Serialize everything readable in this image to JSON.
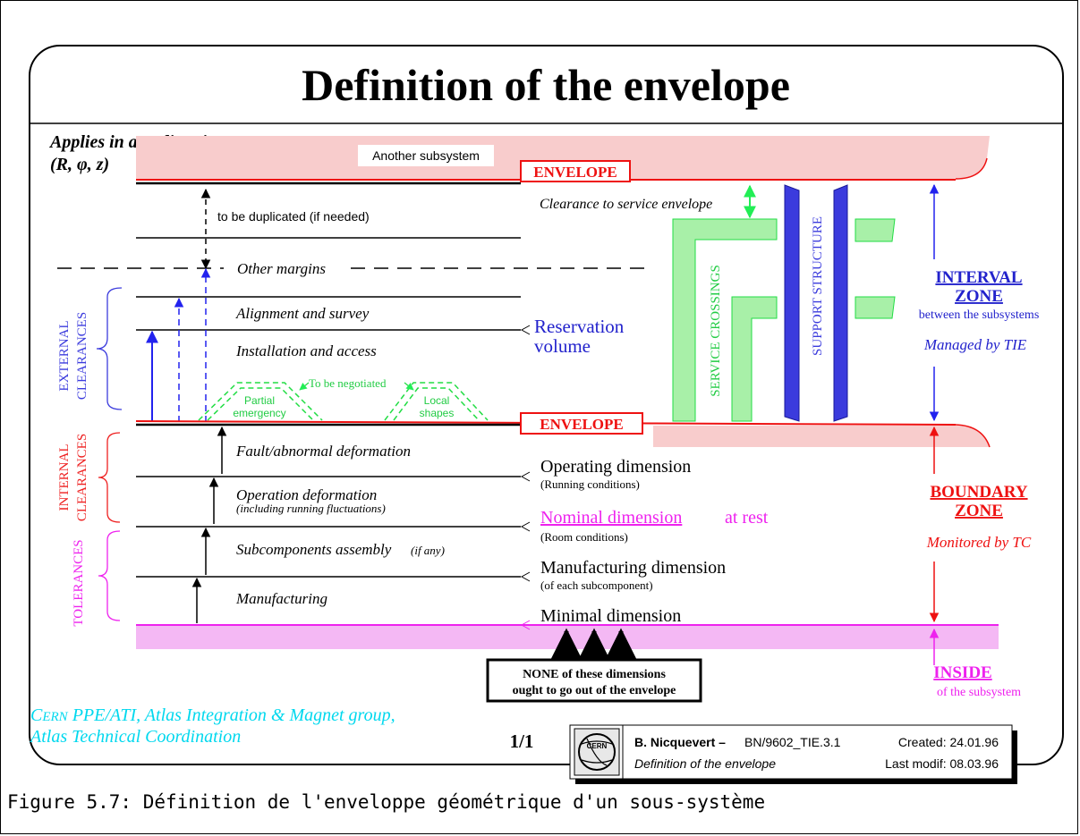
{
  "title": "Definition of the envelope",
  "applies": {
    "line1": "Applies in any direction",
    "line2": "(R, φ, z)"
  },
  "top_labels": {
    "another_subsystem": "Another subsystem",
    "duplicate": "to be duplicated (if needed)",
    "other_margins": "Other margins"
  },
  "external_clearances": {
    "label_line1": "EXTERNAL",
    "label_line2": "CLEARANCES",
    "rows": [
      "Alignment and survey",
      "Installation and access"
    ]
  },
  "reservation": {
    "line1": "Reservation",
    "line2": "volume"
  },
  "negotiated": {
    "label": "To be negotiated",
    "shape1_line1": "Partial",
    "shape1_line2": "emergency",
    "shape2_line1": "Local",
    "shape2_line2": "shapes"
  },
  "envelope_label": "ENVELOPE",
  "clearance_service": "Clearance to service envelope",
  "service_crossings": "SERVICE CROSSINGS",
  "support_structure": "SUPPORT STRUCTURE",
  "interval_zone": {
    "title_line1": "INTERVAL",
    "title_line2": "ZONE",
    "subtitle": "between the subsystems",
    "managed": "Managed by TIE"
  },
  "internal_clearances": {
    "label_line1": "INTERNAL",
    "label_line2": "CLEARANCES",
    "rows": [
      "Fault/abnormal deformation",
      "Operation deformation"
    ],
    "operation_note": "(including running fluctuations)"
  },
  "tolerances": {
    "label": "TOLERANCES",
    "subcomponents": "Subcomponents assembly",
    "subcomponents_note": "(if any)",
    "manufacturing": "Manufacturing"
  },
  "dimensions": {
    "operating": "Operating dimension",
    "operating_note": "(Running conditions)",
    "nominal": "Nominal dimension",
    "nominal_suffix": "at rest",
    "nominal_note": "(Room conditions)",
    "manufacturing": "Manufacturing dimension",
    "manufacturing_note": "(of each subcomponent)",
    "minimal": "Minimal dimension"
  },
  "boundary_zone": {
    "title_line1": "BOUNDARY",
    "title_line2": "ZONE",
    "monitored": "Monitored by TC"
  },
  "inside": {
    "title": "INSIDE",
    "subtitle": "of the subsystem"
  },
  "none_box": {
    "line1": "NONE of these dimensions",
    "line2": "ought to go out of the envelope"
  },
  "credits": {
    "line1_prefix": "C",
    "line1_smallcaps": "ERN",
    "line1_rest": " PPE/ATI, Atlas Integration & Magnet group,",
    "line2": "Atlas Technical Coordination"
  },
  "page_number": "1/1",
  "footer_box": {
    "logo_text": "CERN",
    "author": "B. Nicquevert –",
    "reference": "BN/9602_TIE.3.1",
    "created": "Created: 24.01.96",
    "doc_title": "Definition of the envelope",
    "modified": "Last modif: 08.03.96"
  },
  "colors": {
    "external": "#3b3bdd",
    "internal": "#ee2020",
    "tolerance": "#ee22ee",
    "negotiated": "#22dd44",
    "credits": "#00e5ee",
    "envelope_band": "#f8cccc",
    "inside_band": "#f4b8f4"
  },
  "caption": "Figure 5.7: Définition de l'enveloppe géométrique d'un sous-système"
}
